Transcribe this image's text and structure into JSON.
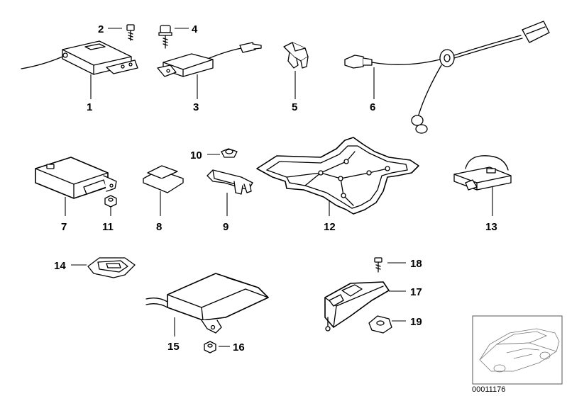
{
  "diagram": {
    "part_labels": {
      "p1": "1",
      "p2": "2",
      "p3": "3",
      "p4": "4",
      "p5": "5",
      "p6": "6",
      "p7": "7",
      "p8": "8",
      "p9": "9",
      "p10": "10",
      "p11": "11",
      "p12": "12",
      "p13": "13",
      "p14": "14",
      "p15": "15",
      "p16": "16",
      "p17": "17",
      "p18": "18",
      "p19": "19"
    },
    "document_id": "00011176",
    "colors": {
      "line": "#000000",
      "background": "#ffffff",
      "inset_line": "#777777"
    },
    "inset_icon": "car-outline-icon"
  }
}
